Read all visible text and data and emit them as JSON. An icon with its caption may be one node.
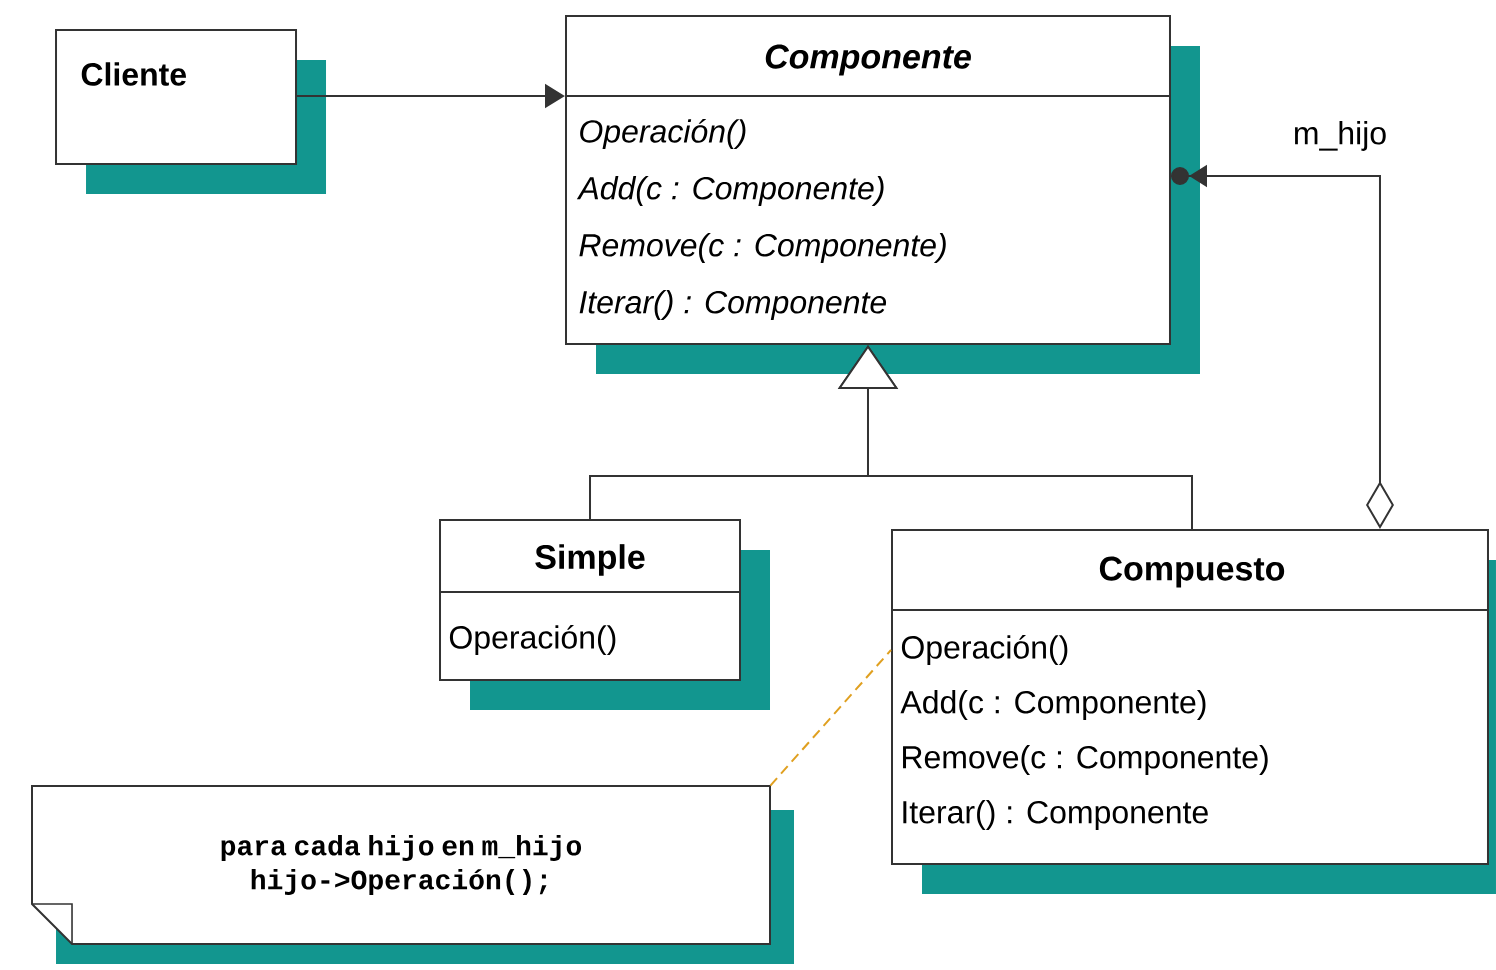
{
  "diagram": {
    "nodes": [
      {
        "text": [
          "Cliente"
        ]
      },
      {
        "text": [
          "Componente",
          "Operación()",
          "Add(c : Componente)",
          "Remove(c : Componente)",
          "Iterar() : Componente"
        ]
      },
      {
        "text": [
          "Simple",
          "Operación()"
        ]
      },
      {
        "text": [
          "Compuesto",
          "Operación()",
          "Add(c : Componente)",
          "Remove(c : Componente)",
          "Iterar() : Componente"
        ]
      },
      {
        "text": [
          "para cada hijo en m_hijo hijo->Operación();"
        ]
      }
    ],
    "edges": [
      {
        "from": 0,
        "to": 1,
        "arrow": "to"
      },
      {
        "from": 2,
        "to": 1,
        "arrow": "to"
      },
      {
        "from": 3,
        "to": 1,
        "arrow": "to"
      },
      {
        "from": 3,
        "to": 1,
        "arrow": "to",
        "label": "m_hijo"
      },
      {
        "from": 4,
        "to": 3,
        "arrow": "none",
        "style": "dashed",
        "color": "#e0a020"
      }
    ]
  }
}
